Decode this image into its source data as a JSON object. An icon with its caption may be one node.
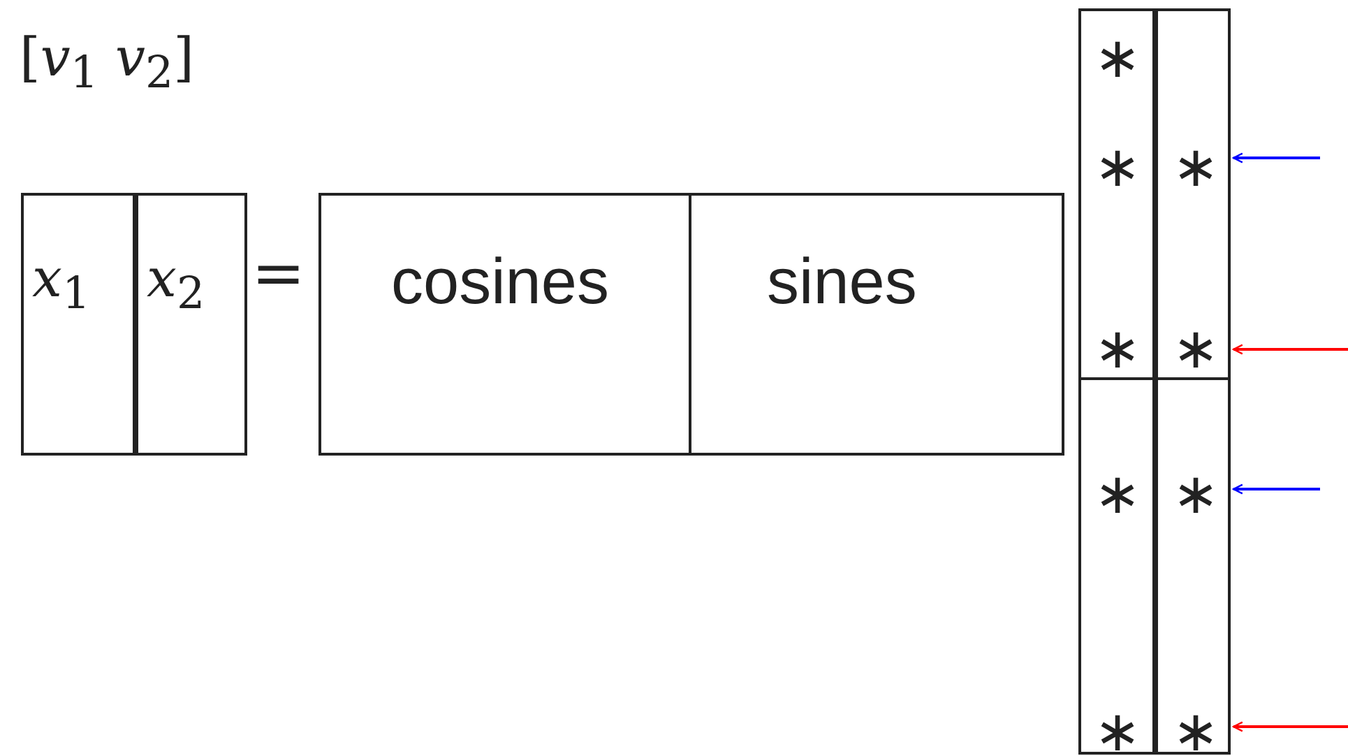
{
  "diagram": {
    "nodes": [
      {
        "text": [
          "*x*$_{1}$"
        ]
      },
      {
        "text": [
          "*x*$_{2}$"
        ]
      },
      {
        "text": [
          "cosines"
        ]
      },
      {
        "text": [
          "sines"
        ]
      },
      {
        "text": [
          "∗",
          "∗",
          "∗"
        ]
      },
      {
        "text": [
          "∗",
          "∗"
        ]
      },
      {
        "text": [
          "∗",
          "∗"
        ]
      },
      {
        "text": [
          "∗",
          "∗"
        ]
      }
    ],
    "edges": [
      {
        "from": null,
        "to": 5,
        "arrow": "to",
        "color": "#0000ff"
      },
      {
        "from": null,
        "to": 5,
        "arrow": "to",
        "color": "#ff0000"
      },
      {
        "from": null,
        "to": 7,
        "arrow": "to",
        "color": "#0000ff"
      },
      {
        "from": null,
        "to": 7,
        "arrow": "to",
        "color": "#ff0000"
      }
    ],
    "labels": [
      "[*v*$_{1}$ *v*$_{2}$]",
      "="
    ]
  }
}
